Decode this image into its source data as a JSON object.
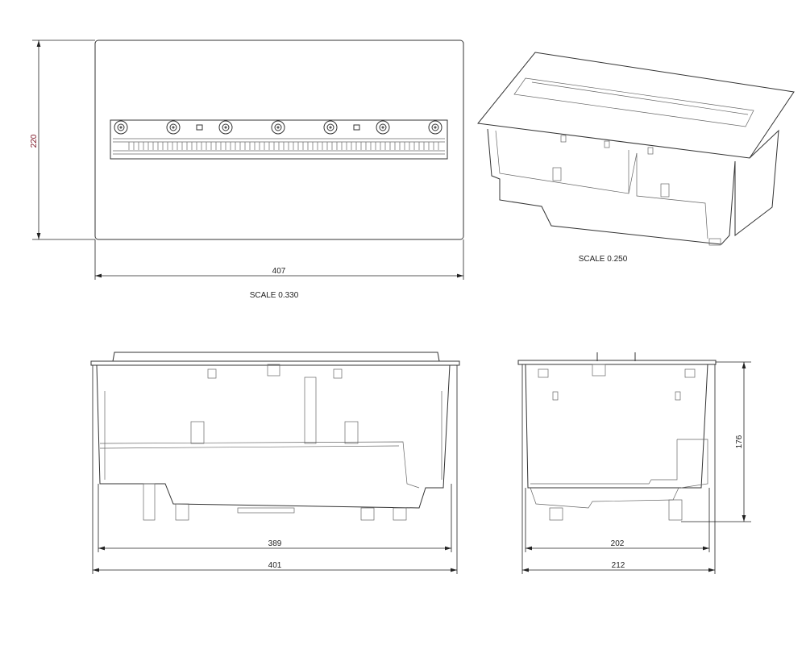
{
  "drawing": {
    "top_view": {
      "width_dim": "407",
      "height_dim": "220",
      "scale_label": "SCALE  0.330"
    },
    "iso_view": {
      "scale_label": "SCALE  0.250"
    },
    "front_view": {
      "inner_width_dim": "389",
      "outer_width_dim": "401"
    },
    "side_view": {
      "inner_width_dim": "202",
      "outer_width_dim": "212",
      "height_dim": "176"
    },
    "colors": {
      "line": "#333333",
      "height_dim_text": "#7a1020"
    }
  }
}
